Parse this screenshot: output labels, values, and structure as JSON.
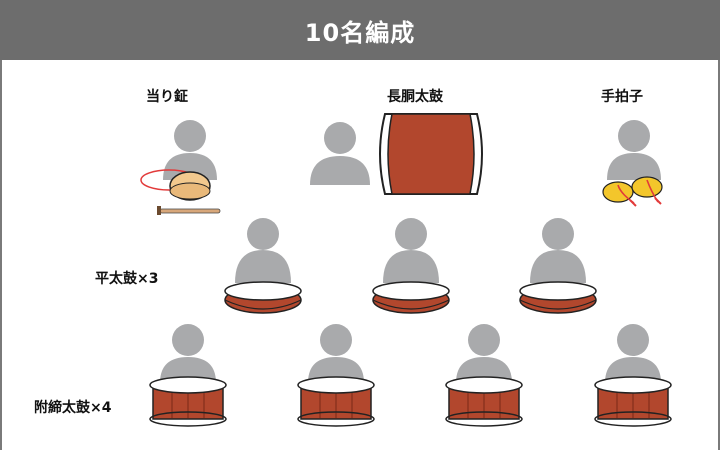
{
  "title": "10名編成",
  "labels": {
    "atarigane": "当り鉦",
    "nagadou": "長胴太鼓",
    "tebyoushi": "手拍子",
    "hiradaiko": "平太鼓×3",
    "tsukeshime": "附締太鼓×4"
  },
  "colors": {
    "header_bg": "#6d6d6d",
    "person": "#a9aaac",
    "drum_red": "#b2472d",
    "gong_gold": "#f2c98e",
    "cymbal_yellow": "#f3c62b",
    "string_red": "#e23a3a"
  }
}
